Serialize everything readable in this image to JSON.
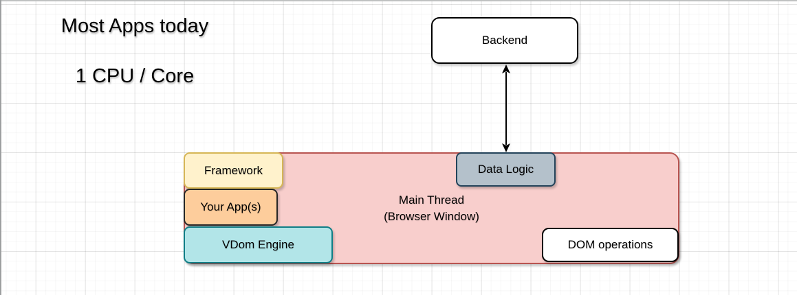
{
  "diagram": {
    "titles": {
      "line1": "Most Apps today",
      "line2": "1 CPU / Core"
    },
    "nodes": {
      "backend": {
        "label": "Backend",
        "fill": "#ffffff",
        "border": "#000000"
      },
      "main_thread": {
        "label_line1": "Main Thread",
        "label_line2": "(Browser Window)",
        "fill": "#f8cecc",
        "border": "#b85450"
      },
      "framework": {
        "label": "Framework",
        "fill": "#fff2cc",
        "border": "#d6b656"
      },
      "your_apps": {
        "label": "Your App(s)",
        "fill": "#fdcd9c",
        "border": "#262626"
      },
      "vdom_engine": {
        "label": "VDom Engine",
        "fill": "#b2e5e8",
        "border": "#0f7e86"
      },
      "data_logic": {
        "label": "Data Logic",
        "fill": "#b4c1cb",
        "border": "#23435a"
      },
      "dom_operations": {
        "label": "DOM operations",
        "fill": "#ffffff",
        "border": "#000000"
      }
    },
    "connector": {
      "from": "backend",
      "to": "data_logic",
      "style": "double-headed-arrow",
      "color": "#000000"
    },
    "canvas": {
      "background": "#ffffff",
      "grid": "on"
    }
  }
}
